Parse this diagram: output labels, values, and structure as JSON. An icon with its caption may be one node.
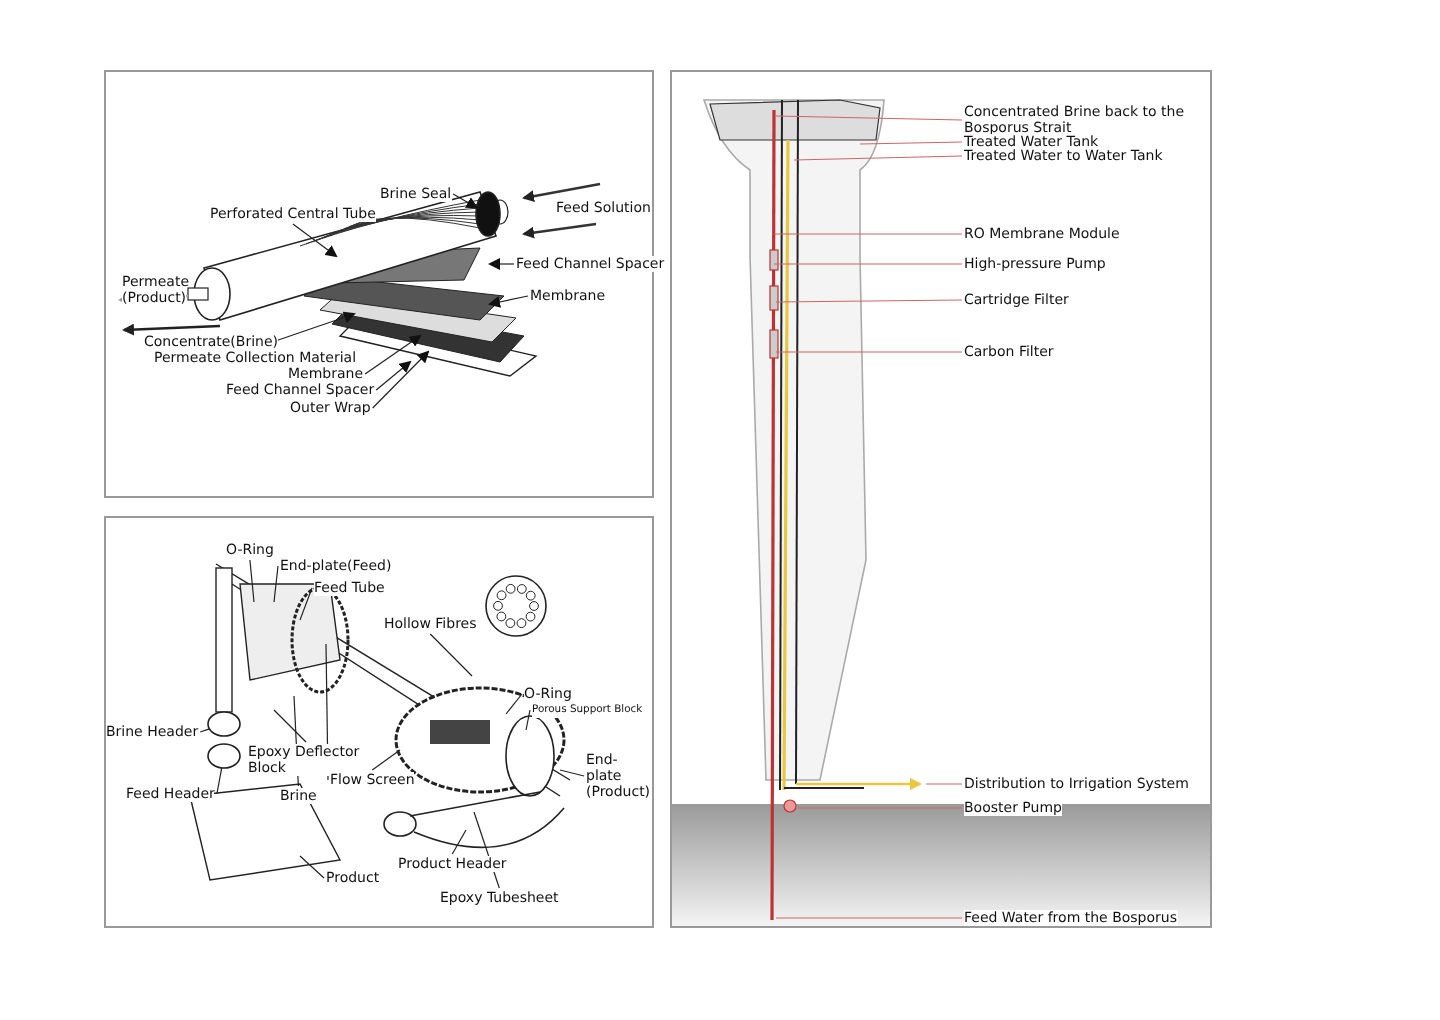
{
  "diagram": {
    "nodes": [
      {
        "text": [
          "Brine Seal"
        ]
      },
      {
        "text": [
          "Perforated Central Tube"
        ]
      },
      {
        "text": [
          "Feed Channel Spacer"
        ]
      },
      {
        "text": [
          "Membrane"
        ]
      },
      {
        "text": [
          "Permeate Collection Material"
        ]
      },
      {
        "text": [
          "Membrane"
        ]
      },
      {
        "text": [
          "Feed Channel Spacer"
        ]
      },
      {
        "text": [
          "Outer Wrap"
        ]
      },
      {
        "text": [
          "O-Ring"
        ]
      },
      {
        "text": [
          "End-plate(Feed)"
        ]
      },
      {
        "text": [
          "Feed Tube"
        ]
      },
      {
        "text": [
          "Hollow Fibres"
        ]
      },
      {
        "text": [
          "O-Ring"
        ]
      },
      {
        "text": [
          "Porous Support Block"
        ]
      },
      {
        "text": [
          "End-plate (Product)"
        ]
      },
      {
        "text": [
          "Brine Header"
        ]
      },
      {
        "text": [
          "Epoxy Deflector Block"
        ]
      },
      {
        "text": [
          "Flow Screen"
        ]
      },
      {
        "text": [
          "Feed Header"
        ]
      },
      {
        "text": [
          "Brine"
        ]
      },
      {
        "text": [
          "Product"
        ]
      },
      {
        "text": [
          "Product Header"
        ]
      },
      {
        "text": [
          "Epoxy Tubesheet"
        ]
      },
      {
        "text": [
          "Concentrated Brine back to the Bosporus Strait"
        ]
      },
      {
        "text": [
          "Treated Water Tank"
        ]
      },
      {
        "text": [
          "Treated Water to Water Tank"
        ]
      },
      {
        "text": [
          "RO Membrane Module"
        ]
      },
      {
        "text": [
          "High-pressure Pump"
        ]
      },
      {
        "text": [
          "Cartridge Filter"
        ]
      },
      {
        "text": [
          "Carbon Filter"
        ]
      },
      {
        "text": [
          "Distribution to Irrigation System"
        ]
      },
      {
        "text": [
          "Booster Pump"
        ]
      },
      {
        "text": [
          "Feed Water from the Bosporus"
        ]
      },
      {
        "text": [],
        "shape": "circle"
      },
      {
        "text": [],
        "shape": "circle"
      },
      {
        "text": [],
        "shape": "circle"
      }
    ],
    "edges": [
      {
        "from": 0,
        "to": 33,
        "arrow": "to"
      },
      {
        "from": 1,
        "to": null,
        "arrow": "to"
      },
      {
        "from": 2,
        "to": null,
        "arrow": "to"
      },
      {
        "from": 3,
        "to": null,
        "arrow": "to"
      },
      {
        "from": 4,
        "to": null,
        "arrow": "to"
      },
      {
        "from": 5,
        "to": null,
        "arrow": "to"
      },
      {
        "from": 6,
        "to": null,
        "arrow": "to"
      },
      {
        "from": 7,
        "to": null,
        "arrow": "to"
      },
      {
        "from": 8,
        "to": null,
        "arrow": "none"
      },
      {
        "from": 9,
        "to": null,
        "arrow": "none"
      },
      {
        "from": 10,
        "to": null,
        "arrow": "none"
      },
      {
        "from": 11,
        "to": null,
        "arrow": "none"
      },
      {
        "from": 12,
        "to": null,
        "arrow": "none"
      },
      {
        "from": 13,
        "to": null,
        "arrow": "none"
      },
      {
        "from": 14,
        "to": null,
        "arrow": "none"
      },
      {
        "from": 15,
        "to": 34,
        "arrow": "none"
      },
      {
        "from": 16,
        "to": null,
        "arrow": "none"
      },
      {
        "from": 17,
        "to": null,
        "arrow": "none"
      },
      {
        "from": 17,
        "to": null,
        "arrow": "none"
      },
      {
        "from": 18,
        "to": 35,
        "arrow": "none"
      },
      {
        "from": 19,
        "to": null,
        "arrow": "none"
      },
      {
        "from": 20,
        "to": null,
        "arrow": "none"
      },
      {
        "from": 21,
        "to": null,
        "arrow": "none"
      },
      {
        "from": 22,
        "to": null,
        "arrow": "none"
      },
      {
        "from": 23,
        "to": null,
        "arrow": "none",
        "color": "#cc6666"
      },
      {
        "from": 24,
        "to": null,
        "arrow": "none",
        "color": "#cc6666"
      },
      {
        "from": 25,
        "to": null,
        "arrow": "none",
        "color": "#cc6666"
      },
      {
        "from": 26,
        "to": null,
        "arrow": "none",
        "color": "#cc6666"
      },
      {
        "from": 27,
        "to": null,
        "arrow": "none",
        "color": "#cc6666"
      },
      {
        "from": 28,
        "to": null,
        "arrow": "none",
        "color": "#cc6666"
      },
      {
        "from": 29,
        "to": null,
        "arrow": "none",
        "color": "#cc6666"
      },
      {
        "from": 30,
        "to": null,
        "arrow": "none",
        "color": "#cc6666"
      },
      {
        "from": 31,
        "to": null,
        "arrow": "none",
        "color": "#cc6666"
      },
      {
        "from": 32,
        "to": null,
        "arrow": "none",
        "color": "#cc6666"
      }
    ],
    "labels": [
      "Feed Solution",
      "Permeate (Product)",
      "Concentrate(Brine)"
    ]
  }
}
